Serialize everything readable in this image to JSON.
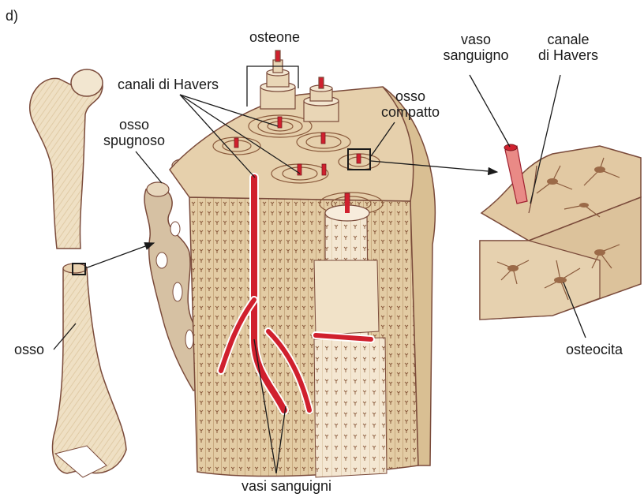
{
  "figure_letter": "d)",
  "labels": {
    "osteone": "osteone",
    "canali_havers": "canali di Havers",
    "osso_spugnoso": [
      "osso",
      "spugnoso"
    ],
    "osso_compatto": [
      "osso",
      "compatto"
    ],
    "vaso_sanguigno": [
      "vaso",
      "sanguigno"
    ],
    "canale_havers": [
      "canale",
      "di Havers"
    ],
    "osso": "osso",
    "osteocita": "osteocita",
    "vasi_sanguigni": "vasi sanguigni"
  },
  "colors": {
    "bone_light": "#f0e2c8",
    "bone_mid": "#d9bf93",
    "bone_dark": "#b08a5a",
    "outline": "#7a4a3a",
    "blood": "#d0202e",
    "lacunae": "#8a5a3c",
    "leader": "#1a1a1a"
  }
}
